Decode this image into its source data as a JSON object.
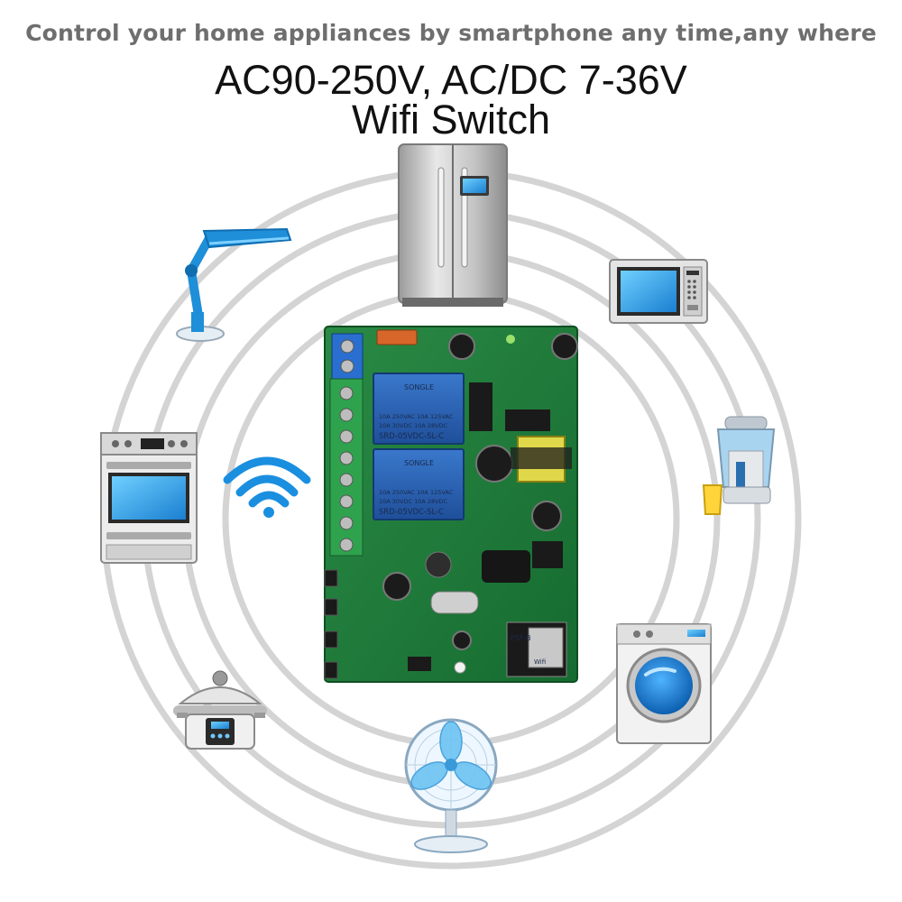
{
  "header": {
    "tagline": "Control your home appliances by smartphone any time,any where",
    "title_line1": "AC90-250V, AC/DC 7-36V",
    "title_line2": "Wifi Switch"
  },
  "board": {
    "relay_brand": "SONGLE",
    "relay_spec_line1": "10A 250VAC   10A 125VAC",
    "relay_spec_line2": "10A  30VDC   10A  28VDC",
    "relay_model": "SRD-05VDC-SL-C",
    "module_label": "PSF-B",
    "module_wifi": "Wifi"
  },
  "colors": {
    "accent_blue": "#1a8fe0",
    "pcb_green": "#1f7a3a",
    "relay_blue": "#2a5fb0",
    "ring_gray": "#d4d4d4"
  },
  "icons": {
    "refrigerator": "refrigerator-icon",
    "desk_lamp": "desk-lamp-icon",
    "microwave": "microwave-icon",
    "oven": "oven-icon",
    "wifi": "wifi-icon",
    "juicer": "juicer-icon",
    "washing_machine": "washing-machine-icon",
    "rice_cooker": "rice-cooker-icon",
    "fan": "fan-icon"
  }
}
